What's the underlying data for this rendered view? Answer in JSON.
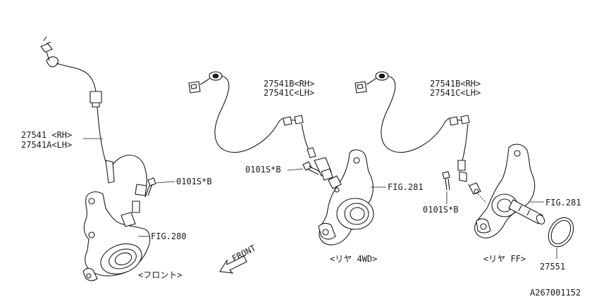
{
  "labels": {
    "front_part": "27541 <RH>",
    "front_part_lh": "27541A<LH>",
    "front_bolt": "0101S*B",
    "front_fig": "FIG.280",
    "front_caption": "<フロント>",
    "rear4wd_part_rh": "27541B<RH>",
    "rear4wd_part_lh": "27541C<LH>",
    "rear4wd_bolt": "0101S*B",
    "rear4wd_fig": "FIG.281",
    "rear4wd_caption": "<リヤ 4WD>",
    "rearff_part_rh": "27541B<RH>",
    "rearff_part_lh": "27541C<LH>",
    "rearff_bolt": "0101S*B",
    "rearff_fig": "FIG.281",
    "rearff_caption": "<リヤ FF>",
    "rearff_ring": "27551",
    "front_arrow": "FRONT",
    "diagram_id": "A267001152"
  }
}
